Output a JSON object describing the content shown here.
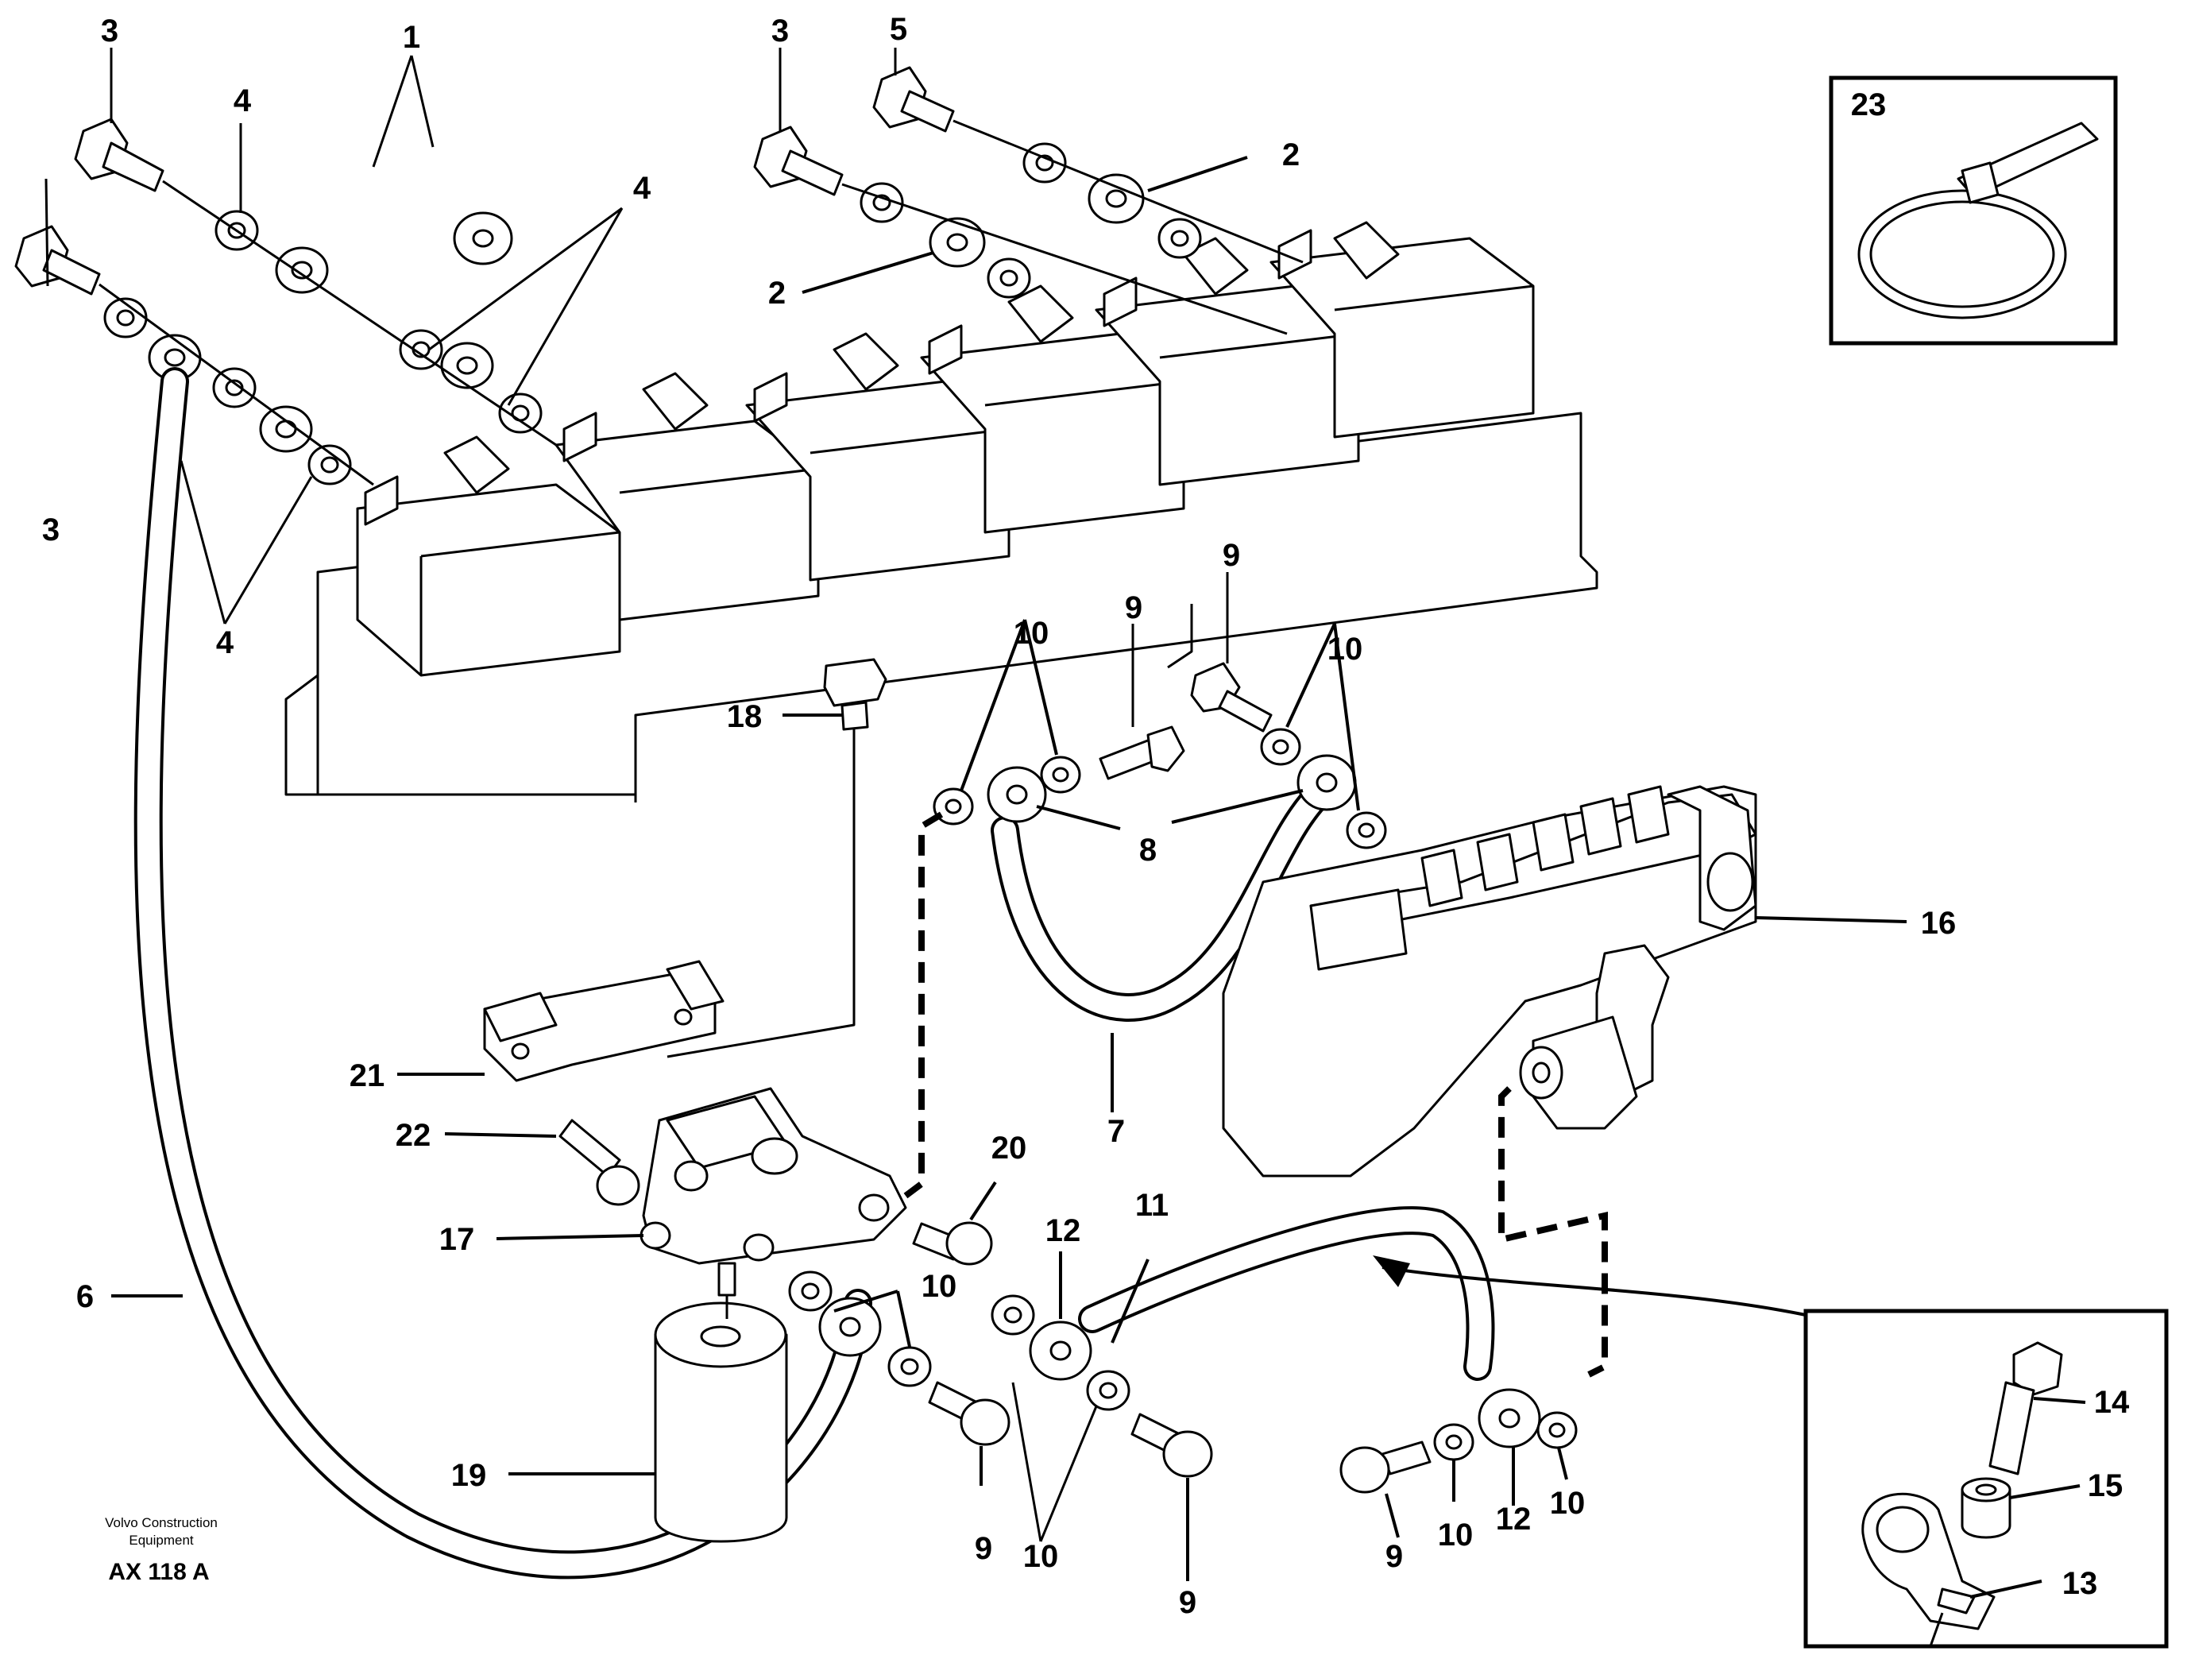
{
  "callouts": {
    "c1": "1",
    "c2a": "2",
    "c2b": "2",
    "c3a": "3",
    "c3b": "3",
    "c3c": "3",
    "c4a": "4",
    "c4b": "4",
    "c4c": "4",
    "c5": "5",
    "c6": "6",
    "c7": "7",
    "c8": "8",
    "c9a": "9",
    "c9b": "9",
    "c9c": "9",
    "c9d": "9",
    "c9e": "9",
    "c10a": "10",
    "c10b": "10",
    "c10c": "10",
    "c10d": "10",
    "c10e": "10",
    "c10f": "10",
    "c11": "11",
    "c12a": "12",
    "c12b": "12",
    "c13": "13",
    "c14": "14",
    "c15": "15",
    "c16": "16",
    "c17": "17",
    "c18": "18",
    "c19": "19",
    "c20": "20",
    "c21": "21",
    "c22": "22",
    "c23": "23"
  },
  "credit": {
    "line1": "Volvo Construction",
    "line2": "Equipment",
    "code": "AX 118 A"
  }
}
